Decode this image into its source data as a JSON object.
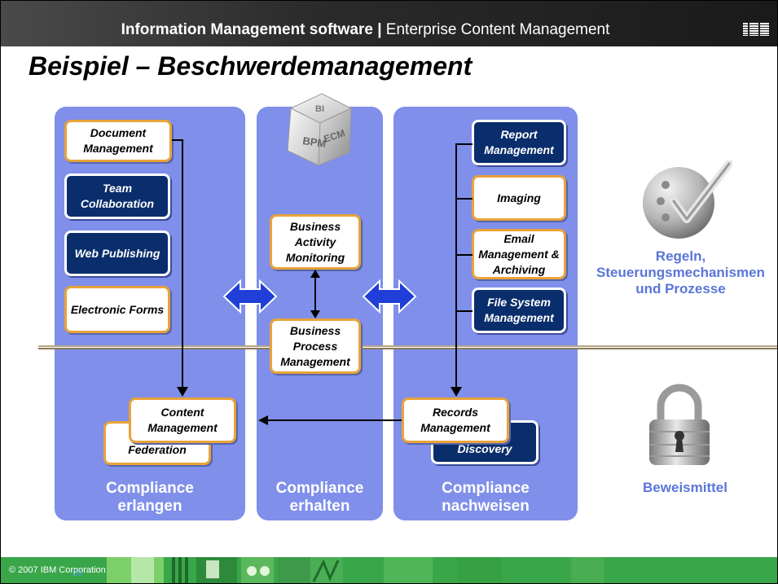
{
  "header": {
    "product_bold": "Information Management software",
    "separator": " | ",
    "product_rest": "Enterprise Content Management",
    "logo_text": "IBM"
  },
  "title": "Beispiel – Beschwerdemanagement",
  "columns": {
    "left": {
      "boxes": [
        "Document Management",
        "Team Collaboration",
        "Web Publishing",
        "Electronic Forms"
      ],
      "bottom_back": "Federation",
      "bottom_front": "Content Management",
      "label_line1": "Compliance",
      "label_line2": "erlangen"
    },
    "middle": {
      "cube_labels": [
        "BPM",
        "ECM",
        "BI"
      ],
      "boxes": [
        "Business Activity Monitoring",
        "Business Process Management"
      ],
      "label_line1": "Compliance",
      "label_line2": "erhalten"
    },
    "right": {
      "boxes": [
        "Report Management",
        "Imaging",
        "Email Management & Archiving",
        "File System Management"
      ],
      "bottom_back": "Discovery",
      "bottom_front": "Records Management",
      "label_line1": "Compliance",
      "label_line2": "nachweisen"
    }
  },
  "side": {
    "rules_line1": "Regeln,",
    "rules_line2": "Steuerungsmechanismen",
    "rules_line3": "und Prozesse",
    "evidence": "Beweismittel"
  },
  "footer": {
    "copyright": "© 2007 IBM Corporation",
    "page_number": "20"
  },
  "colors": {
    "column_blue": "#7f8fea",
    "dark_box": "#0a2e6c",
    "orange_border": "#e8a33a",
    "footer_green": "#3aa64a"
  }
}
